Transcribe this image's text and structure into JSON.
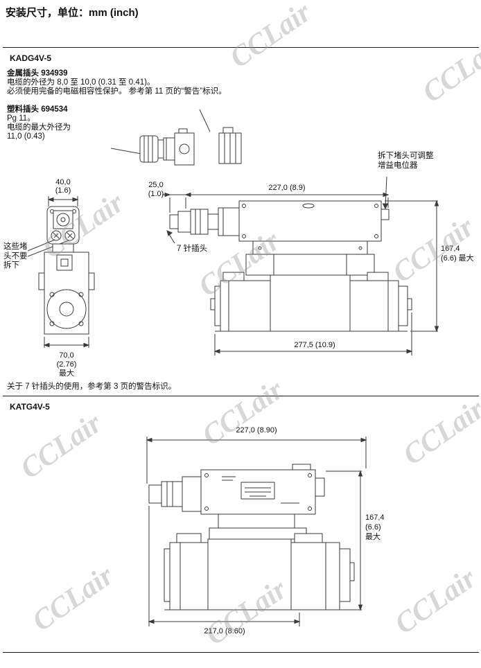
{
  "page": {
    "title": "安装尺寸，单位：mm (inch)",
    "watermark": "CCLair"
  },
  "kadg": {
    "heading": "KADG4V-5",
    "metal_plug": "金属插头 934939",
    "cable_od": "电缆的外径为 8,0 至 10,0 (0.31 至 0.41)。",
    "emc_note": "必须使用完备的电磁相容性保护。 参考第 11 页的“警告”标识。",
    "plastic_plug": "塑料插头 694534",
    "pg": "Pg 11。",
    "cable_max_1": "电缆的最大外径为",
    "cable_max_2": "11,0 (0.43)",
    "gain_note": "拆下堵头可调整增益电位器",
    "pin_label": "7 针插头",
    "plug_note": "这些堵头不要拆下",
    "dim_40": "40,0",
    "dim_40_in": "(1.6)",
    "dim_25": "25,0",
    "dim_25_in": "(1.0)",
    "dim_227": "227,0 (8.9)",
    "dim_167_l1": "167,4",
    "dim_167_l2": "(6.6) 最大",
    "dim_277": "277,5 (10.9)",
    "dim_70": "70,0",
    "dim_70_in": "(2.76)",
    "dim_70_max": "最大"
  },
  "middle_note": "关于 7 针插头的使用，参考第 3 页的警告标识。",
  "katg": {
    "heading": "KATG4V-5",
    "dim_227": "227,0 (8.90)",
    "dim_167_l1": "167,4",
    "dim_167_l2": "(6.6)",
    "dim_167_l3": "最大",
    "dim_217": "217,0 (8.60)"
  }
}
